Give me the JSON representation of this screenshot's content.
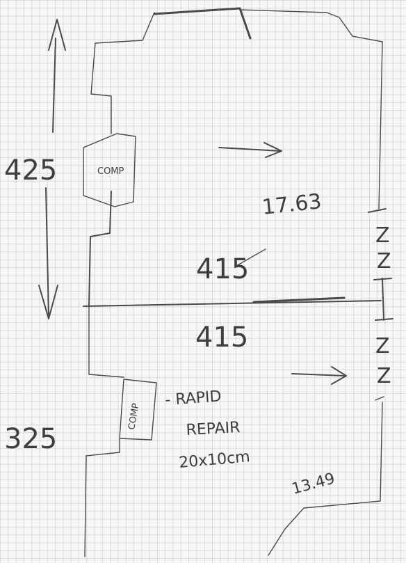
{
  "upper_room": {
    "height_label": "425",
    "width_label": "415",
    "area_label": "17.63",
    "comp_label": "COMP"
  },
  "lower_room": {
    "height_label": "325",
    "width_label": "415",
    "area_label": "13.49",
    "comp_label": "COMP",
    "note_line1": "- RAPID",
    "note_line2": "REPAIR",
    "note_line3": "20x10cm"
  },
  "right_marks": {
    "upper_z1": "Z",
    "upper_z2": "Z",
    "lower_z1": "Z",
    "lower_z2": "Z"
  }
}
